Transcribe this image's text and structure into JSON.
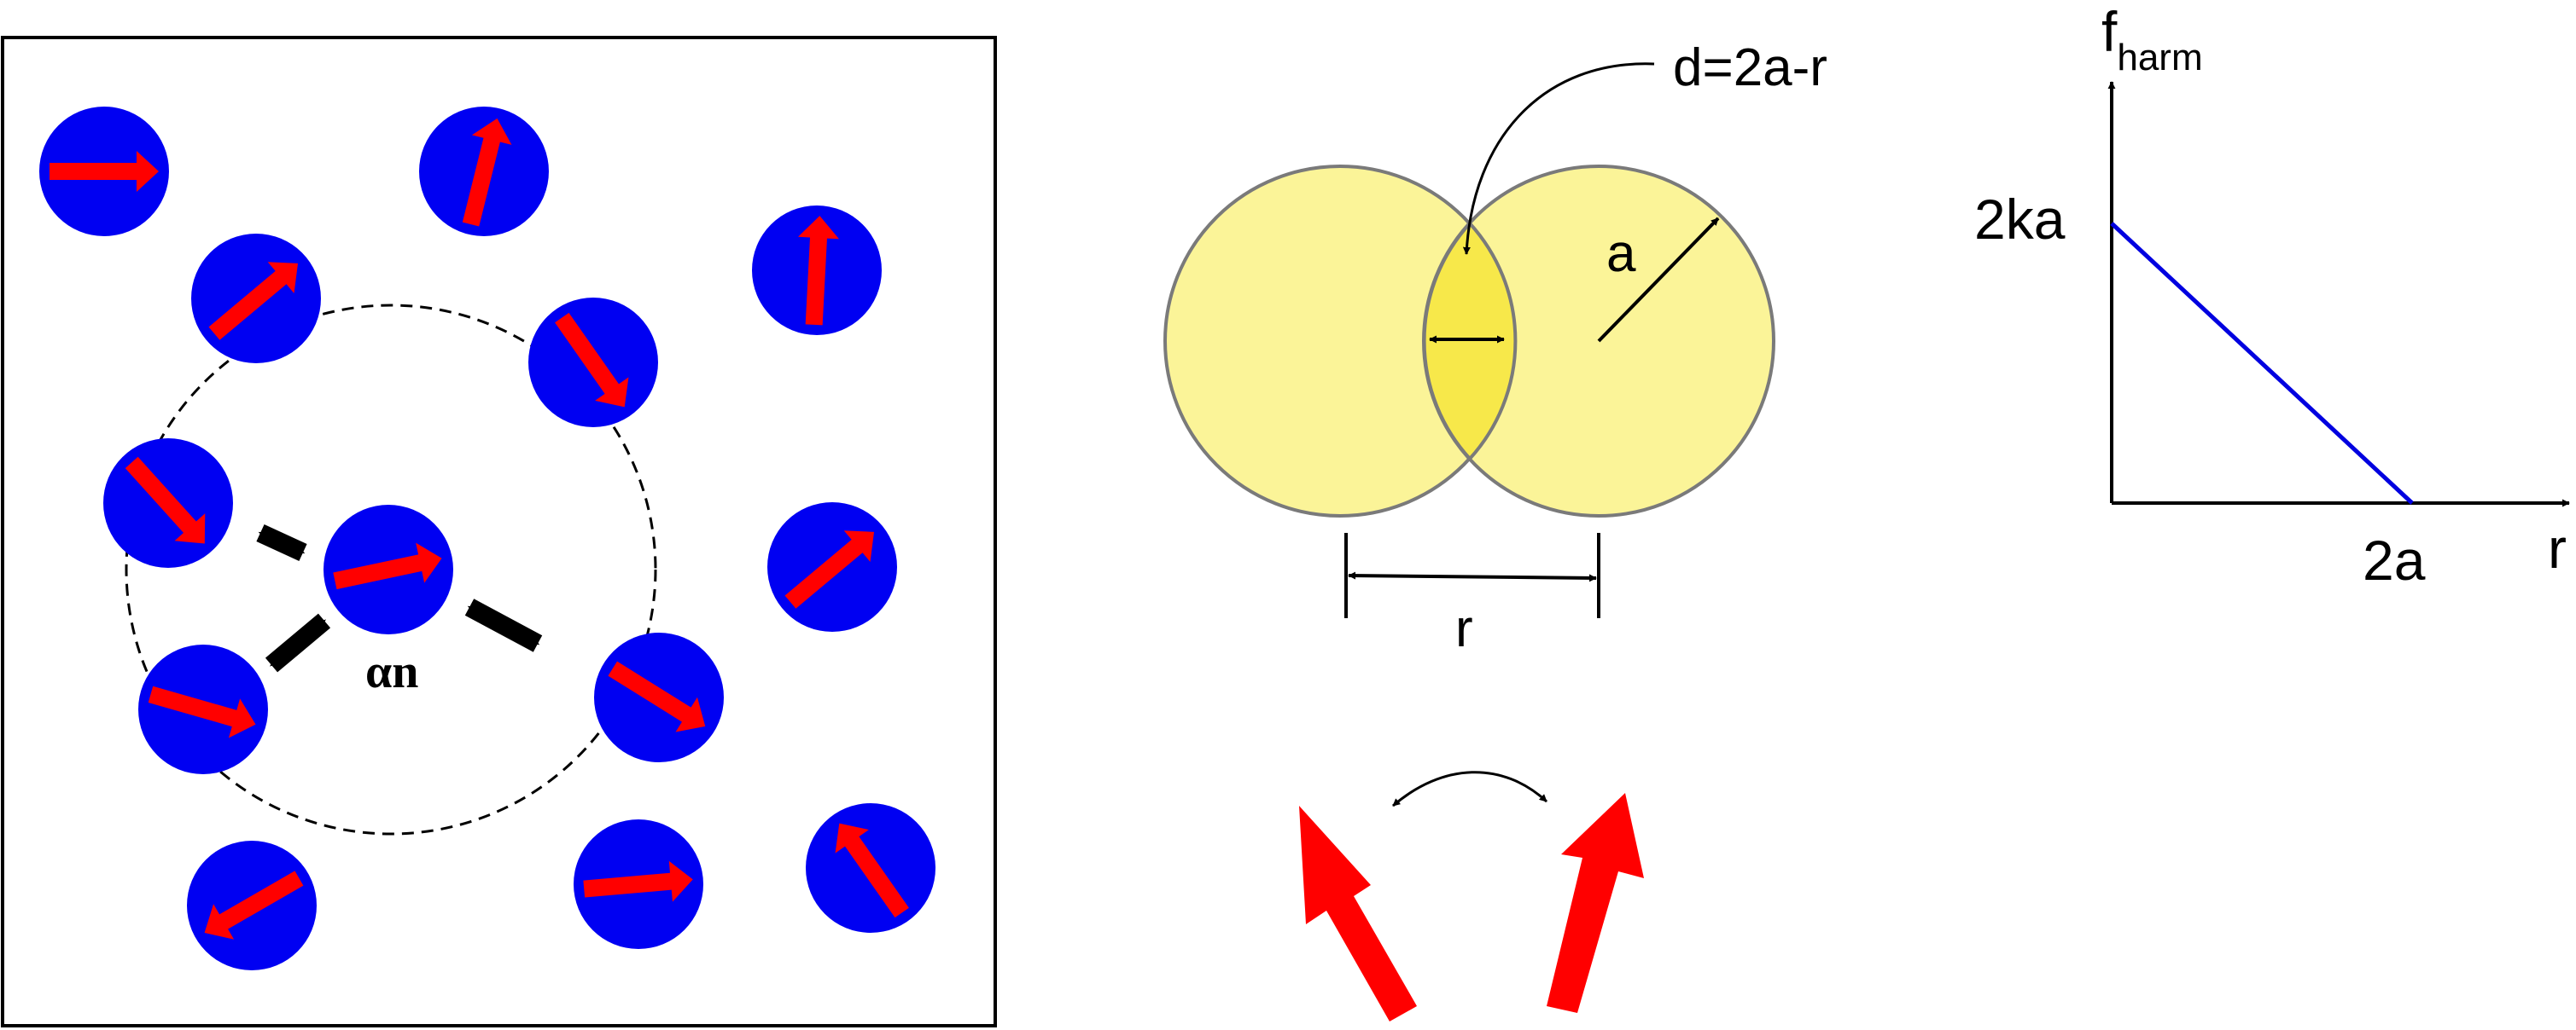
{
  "colors": {
    "particle": "#0000f2",
    "polarity_arrow": "#ff0000",
    "disk_fill": "#fbf498",
    "overlap_fill": "#f7e84a",
    "disk_stroke": "#7a7a7a",
    "force_line": "#0000e0"
  },
  "panel_a": {
    "interaction_label_greek": "α",
    "interaction_label_vec": "n"
  },
  "panel_b": {
    "overlap_label": "d=2a-r",
    "radius_label": "a",
    "distance_label": "r"
  },
  "panel_c": {
    "y_axis_label": "f",
    "y_axis_subscript": "harm",
    "x_axis_label": "r",
    "y_tick_label": "2ka",
    "x_tick_label": "2a"
  },
  "chart_data": {
    "type": "line",
    "x": [
      "0",
      "2a"
    ],
    "y": [
      "2ka",
      "0"
    ],
    "xlabel": "r",
    "ylabel": "f_harm"
  }
}
